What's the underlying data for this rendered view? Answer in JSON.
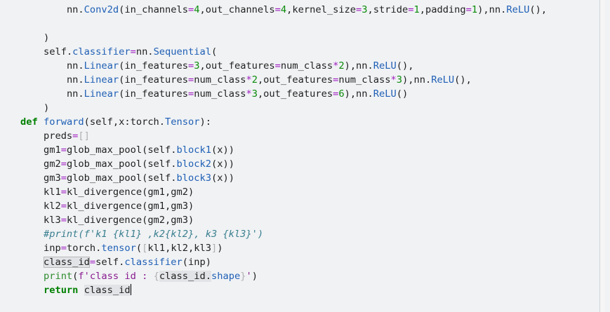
{
  "editor": {
    "language": "python",
    "lines": [
      {
        "indent": 2,
        "tokens": [
          {
            "t": "nn."
          },
          {
            "t": "Conv2d",
            "c": "fn"
          },
          {
            "t": "(in_channels"
          },
          {
            "t": "=",
            "c": "op"
          },
          {
            "t": "4",
            "c": "num"
          },
          {
            "t": ",out_channels"
          },
          {
            "t": "=",
            "c": "op"
          },
          {
            "t": "4",
            "c": "num"
          },
          {
            "t": ",kernel_size"
          },
          {
            "t": "=",
            "c": "op"
          },
          {
            "t": "3",
            "c": "num"
          },
          {
            "t": ",stride"
          },
          {
            "t": "=",
            "c": "op"
          },
          {
            "t": "1",
            "c": "num"
          },
          {
            "t": ",padding"
          },
          {
            "t": "=",
            "c": "op"
          },
          {
            "t": "1",
            "c": "num"
          },
          {
            "t": "),nn."
          },
          {
            "t": "ReLU",
            "c": "fn"
          },
          {
            "t": "(),"
          }
        ]
      },
      {
        "indent": 0,
        "tokens": []
      },
      {
        "indent": 1,
        "tokens": [
          {
            "t": ")"
          }
        ]
      },
      {
        "indent": 1,
        "tokens": [
          {
            "t": "self."
          },
          {
            "t": "classifier",
            "c": "fn"
          },
          {
            "t": "=",
            "c": "op"
          },
          {
            "t": "nn."
          },
          {
            "t": "Sequential",
            "c": "fn"
          },
          {
            "t": "("
          }
        ]
      },
      {
        "indent": 2,
        "tokens": [
          {
            "t": "nn."
          },
          {
            "t": "Linear",
            "c": "fn"
          },
          {
            "t": "(in_features"
          },
          {
            "t": "=",
            "c": "op"
          },
          {
            "t": "3",
            "c": "num"
          },
          {
            "t": ",out_features"
          },
          {
            "t": "=",
            "c": "op"
          },
          {
            "t": "num_class"
          },
          {
            "t": "*",
            "c": "op"
          },
          {
            "t": "2",
            "c": "num"
          },
          {
            "t": "),nn."
          },
          {
            "t": "ReLU",
            "c": "fn"
          },
          {
            "t": "(),"
          }
        ]
      },
      {
        "indent": 2,
        "tokens": [
          {
            "t": "nn."
          },
          {
            "t": "Linear",
            "c": "fn"
          },
          {
            "t": "(in_features"
          },
          {
            "t": "=",
            "c": "op"
          },
          {
            "t": "num_class"
          },
          {
            "t": "*",
            "c": "op"
          },
          {
            "t": "2",
            "c": "num"
          },
          {
            "t": ",out_features"
          },
          {
            "t": "=",
            "c": "op"
          },
          {
            "t": "num_class"
          },
          {
            "t": "*",
            "c": "op"
          },
          {
            "t": "3",
            "c": "num"
          },
          {
            "t": "),nn."
          },
          {
            "t": "ReLU",
            "c": "fn"
          },
          {
            "t": "(),"
          }
        ]
      },
      {
        "indent": 2,
        "tokens": [
          {
            "t": "nn."
          },
          {
            "t": "Linear",
            "c": "fn"
          },
          {
            "t": "(in_features"
          },
          {
            "t": "=",
            "c": "op"
          },
          {
            "t": "num_class"
          },
          {
            "t": "*",
            "c": "op"
          },
          {
            "t": "3",
            "c": "num"
          },
          {
            "t": ",out_features"
          },
          {
            "t": "=",
            "c": "op"
          },
          {
            "t": "6",
            "c": "num"
          },
          {
            "t": "),nn."
          },
          {
            "t": "ReLU",
            "c": "fn"
          },
          {
            "t": "()"
          }
        ]
      },
      {
        "indent": 1,
        "tokens": [
          {
            "t": ")"
          }
        ]
      },
      {
        "indent": 0,
        "tokens": [
          {
            "t": "def",
            "c": "kw"
          },
          {
            "t": " "
          },
          {
            "t": "forward",
            "c": "fn"
          },
          {
            "t": "(self,x:torch."
          },
          {
            "t": "Tensor",
            "c": "fn"
          },
          {
            "t": "):"
          }
        ]
      },
      {
        "indent": 1,
        "tokens": [
          {
            "t": "preds"
          },
          {
            "t": "=",
            "c": "op"
          },
          {
            "t": "[]",
            "c": "br"
          }
        ]
      },
      {
        "indent": 1,
        "tokens": [
          {
            "t": "gm1"
          },
          {
            "t": "=",
            "c": "op"
          },
          {
            "t": "glob_max_pool(self."
          },
          {
            "t": "block1",
            "c": "fn"
          },
          {
            "t": "(x))"
          }
        ]
      },
      {
        "indent": 1,
        "tokens": [
          {
            "t": "gm2"
          },
          {
            "t": "=",
            "c": "op"
          },
          {
            "t": "glob_max_pool(self."
          },
          {
            "t": "block2",
            "c": "fn"
          },
          {
            "t": "(x))"
          }
        ]
      },
      {
        "indent": 1,
        "tokens": [
          {
            "t": "gm3"
          },
          {
            "t": "=",
            "c": "op"
          },
          {
            "t": "glob_max_pool(self."
          },
          {
            "t": "block3",
            "c": "fn"
          },
          {
            "t": "(x))"
          }
        ]
      },
      {
        "indent": 1,
        "tokens": [
          {
            "t": "kl1"
          },
          {
            "t": "=",
            "c": "op"
          },
          {
            "t": "kl_divergence(gm1,gm2)"
          }
        ]
      },
      {
        "indent": 1,
        "tokens": [
          {
            "t": "kl2"
          },
          {
            "t": "=",
            "c": "op"
          },
          {
            "t": "kl_divergence(gm1,gm3)"
          }
        ]
      },
      {
        "indent": 1,
        "tokens": [
          {
            "t": "kl3"
          },
          {
            "t": "=",
            "c": "op"
          },
          {
            "t": "kl_divergence(gm2,gm3)"
          }
        ]
      },
      {
        "indent": 1,
        "tokens": [
          {
            "t": "#print(f'k1 {kl1} ,k2{kl2}, k3 {kl3}')",
            "c": "cm"
          }
        ]
      },
      {
        "indent": 1,
        "tokens": [
          {
            "t": "inp"
          },
          {
            "t": "=",
            "c": "op"
          },
          {
            "t": "torch."
          },
          {
            "t": "tensor",
            "c": "fn"
          },
          {
            "t": "("
          },
          {
            "t": "[",
            "c": "br"
          },
          {
            "t": "kl1,kl2,kl3"
          },
          {
            "t": "]",
            "c": "br"
          },
          {
            "t": ")"
          }
        ]
      },
      {
        "indent": 1,
        "tokens": [
          {
            "t": "class_id",
            "c": "hlbox"
          },
          {
            "t": "=",
            "c": "op"
          },
          {
            "t": "self."
          },
          {
            "t": "classifier",
            "c": "fn"
          },
          {
            "t": "(inp)"
          }
        ]
      },
      {
        "indent": 1,
        "tokens": [
          {
            "t": "print",
            "c": "pr"
          },
          {
            "t": "("
          },
          {
            "t": "f'class id : ",
            "c": "str"
          },
          {
            "t": "{",
            "c": "br"
          },
          {
            "t": "class_id",
            "c": "hl"
          },
          {
            "t": ".",
            "c": "hl"
          },
          {
            "t": "shape",
            "c": "fn"
          },
          {
            "t": "}",
            "c": "br"
          },
          {
            "t": "'",
            "c": "str"
          },
          {
            "t": ")"
          }
        ]
      },
      {
        "indent": 1,
        "cursor": true,
        "tokens": [
          {
            "t": "return",
            "c": "kw"
          },
          {
            "t": " "
          },
          {
            "t": "class_id",
            "c": "hl"
          }
        ]
      }
    ]
  }
}
